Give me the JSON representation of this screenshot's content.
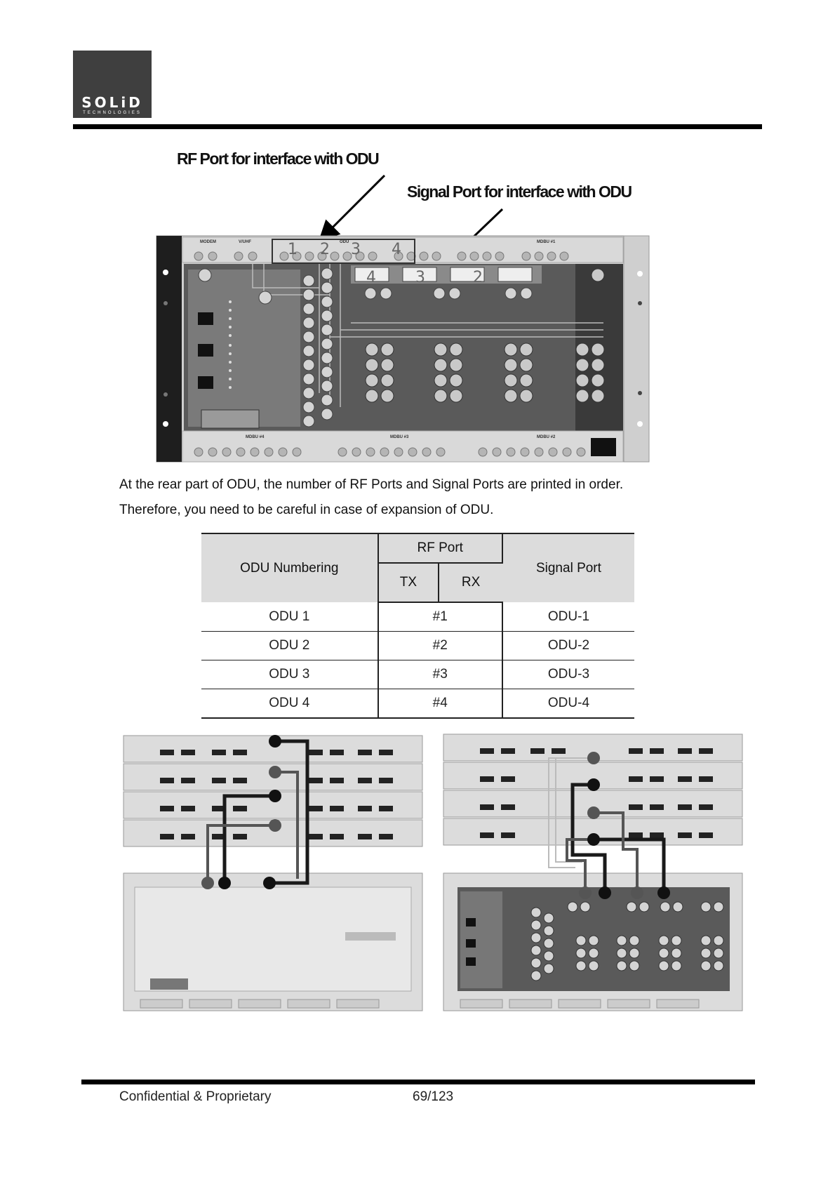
{
  "header": {
    "logo_name": "SOLiD",
    "logo_sub": "TECHNOLOGIES"
  },
  "figure_top": {
    "callout_rf": "RF Port for interface with ODU",
    "callout_signal": "Signal Port for interface with ODU",
    "panel_labels": {
      "modem": "MODEM",
      "vhf": "V/UHF",
      "odu": "ODU",
      "mdbu_1": "MDBU #1",
      "mdbu_4": "MDBU #4",
      "mdbu_3": "MDBU #3",
      "mdbu_2": "MDBU #2"
    },
    "rf_port_numbers": [
      "1",
      "2",
      "3",
      "4"
    ],
    "signal_port_numbers": [
      "4",
      "3",
      "2"
    ]
  },
  "body": {
    "paragraph_1": "At the rear part of ODU, the number of RF Ports and Signal Ports are printed in order.",
    "paragraph_2": "Therefore, you need to be careful in case of expansion of ODU."
  },
  "odu_table": {
    "header_numbering": "ODU Numbering",
    "header_rf_port": "RF Port",
    "header_tx": "TX",
    "header_rx": "RX",
    "header_signal_port": "Signal Port",
    "rows": [
      {
        "numbering": "ODU 1",
        "rf_port": "#1",
        "signal_port": "ODU-1"
      },
      {
        "numbering": "ODU 2",
        "rf_port": "#2",
        "signal_port": "ODU-2"
      },
      {
        "numbering": "ODU 3",
        "rf_port": "#3",
        "signal_port": "ODU-3"
      },
      {
        "numbering": "ODU 4",
        "rf_port": "#4",
        "signal_port": "ODU-4"
      }
    ]
  },
  "footer": {
    "left": "Confidential & Proprietary",
    "page": "69/123"
  }
}
